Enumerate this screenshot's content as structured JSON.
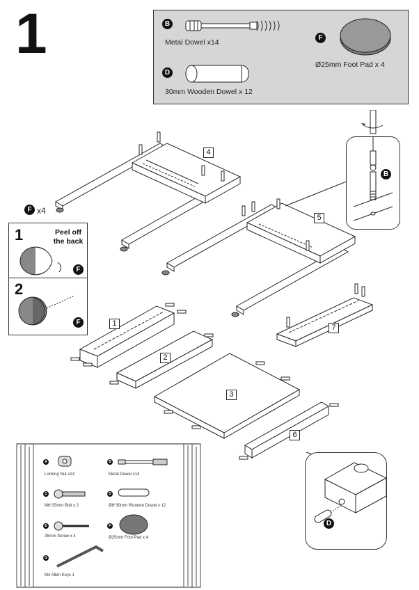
{
  "step_number": "1",
  "parts_box": {
    "items": [
      {
        "badge": "B",
        "label": "Metal Dowel x14"
      },
      {
        "badge": "D",
        "label": "30mm Wooden Dowel x 12"
      },
      {
        "badge": "F",
        "label": "Ø25mm Foot Pad x 4"
      }
    ]
  },
  "foot_pad_count": {
    "badge": "F",
    "label": "x4"
  },
  "peel_panel": {
    "step1_num": "1",
    "step1_text": "Peel off the back",
    "step1_badge": "F",
    "step2_num": "2",
    "step2_badge": "F"
  },
  "panel_numbers": [
    "1",
    "2",
    "3",
    "4",
    "5",
    "6",
    "7"
  ],
  "detail_badges": {
    "top_right": "B",
    "bottom_right": "D"
  },
  "parts_sheet": {
    "items": [
      {
        "badge": "A",
        "label": "Locking Nut x14"
      },
      {
        "badge": "B",
        "label": "Metal Dowel x14"
      },
      {
        "badge": "C",
        "label": "M6*25mm Bolt x 2"
      },
      {
        "badge": "D",
        "label": "Ø8*30mm Wooden Dowel x 12"
      },
      {
        "badge": "E",
        "label": "35mm Screw x 4"
      },
      {
        "badge": "F",
        "label": "Ø25mm Foot Pad x 4"
      },
      {
        "badge": "G",
        "label": "M4 Allen Keys 1"
      }
    ]
  },
  "colors": {
    "parts_box_bg": "#d6d6d6",
    "foot_pad": "#888888",
    "badge": "#111111"
  }
}
